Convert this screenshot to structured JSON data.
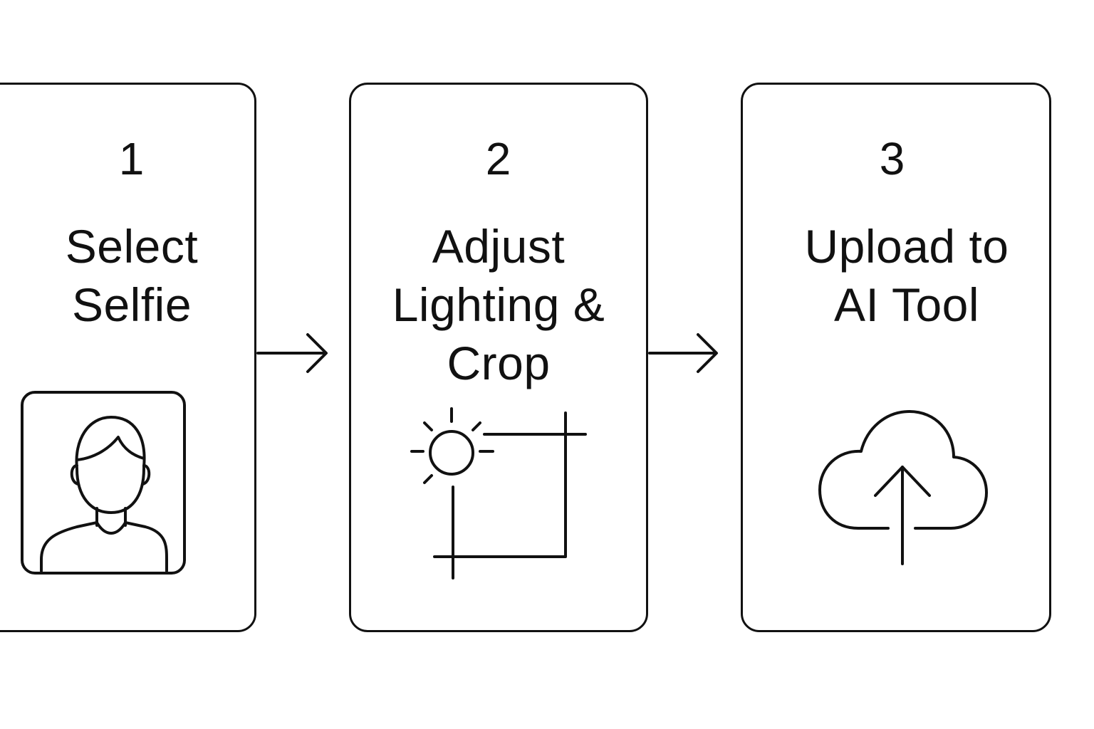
{
  "steps": [
    {
      "number": "1",
      "label_line1": "Select",
      "label_line2": "Selfie",
      "label_line3": "",
      "icon": "person-portrait-icon"
    },
    {
      "number": "2",
      "label_line1": "Adjust",
      "label_line2": "Lighting &",
      "label_line3": "Crop",
      "icon": "sun-crop-icon"
    },
    {
      "number": "3",
      "label_line1": "Upload to",
      "label_line2": "AI Tool",
      "label_line3": "",
      "icon": "cloud-upload-icon"
    }
  ],
  "connectors": [
    "arrow-right-icon",
    "arrow-right-icon"
  ],
  "colors": {
    "stroke": "#111111",
    "background": "#ffffff"
  }
}
